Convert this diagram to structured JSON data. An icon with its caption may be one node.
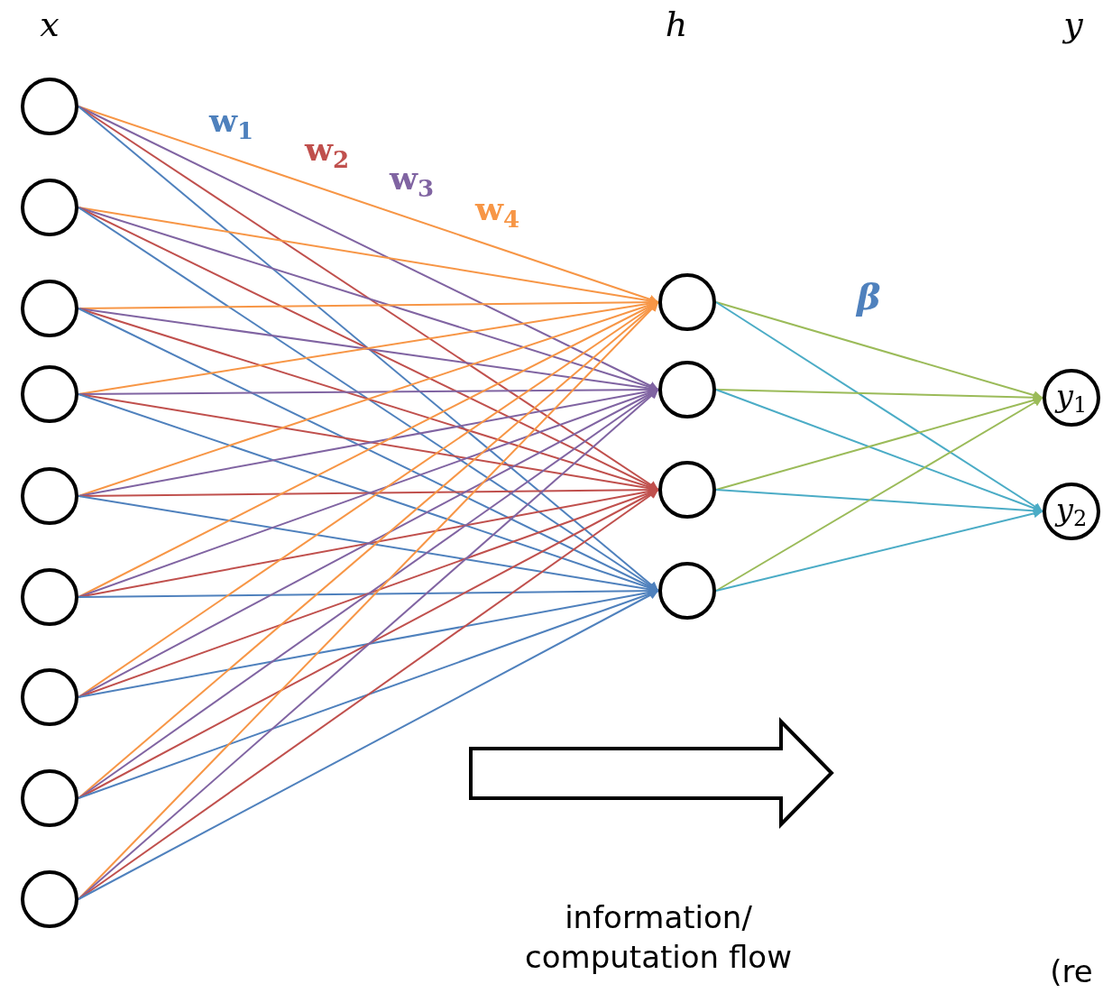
{
  "diagram": {
    "nodes": [
      {
        "text": [],
        "shape": "circle"
      },
      {
        "text": [],
        "shape": "circle"
      },
      {
        "text": [],
        "shape": "circle"
      },
      {
        "text": [],
        "shape": "circle"
      },
      {
        "text": [],
        "shape": "circle"
      },
      {
        "text": [],
        "shape": "circle"
      },
      {
        "text": [],
        "shape": "circle"
      },
      {
        "text": [],
        "shape": "circle"
      },
      {
        "text": [],
        "shape": "circle"
      },
      {
        "text": [],
        "shape": "circle"
      },
      {
        "text": [],
        "shape": "circle"
      },
      {
        "text": [],
        "shape": "circle"
      },
      {
        "text": [],
        "shape": "circle"
      },
      {
        "text": [
          "*y*$_{1}$"
        ]
      },
      {
        "text": [
          "*y*$_{2}$"
        ]
      }
    ],
    "edges": [
      {
        "from": 0,
        "to": 9,
        "arrow": "to",
        "color": "#f79646"
      },
      {
        "from": 0,
        "to": 10,
        "arrow": "to",
        "color": "#8064a2"
      },
      {
        "from": 0,
        "to": 11,
        "arrow": "to",
        "color": "#c0504d"
      },
      {
        "from": 0,
        "to": 12,
        "arrow": "to",
        "color": "#4f81bd"
      },
      {
        "from": 1,
        "to": 9,
        "arrow": "to",
        "color": "#f79646"
      },
      {
        "from": 1,
        "to": 10,
        "arrow": "to",
        "color": "#8064a2"
      },
      {
        "from": 1,
        "to": 11,
        "arrow": "to",
        "color": "#c0504d"
      },
      {
        "from": 1,
        "to": 12,
        "arrow": "to",
        "color": "#4f81bd"
      },
      {
        "from": 2,
        "to": 9,
        "arrow": "to",
        "color": "#f79646"
      },
      {
        "from": 2,
        "to": 10,
        "arrow": "to",
        "color": "#8064a2"
      },
      {
        "from": 2,
        "to": 11,
        "arrow": "to",
        "color": "#c0504d"
      },
      {
        "from": 2,
        "to": 12,
        "arrow": "to",
        "color": "#4f81bd"
      },
      {
        "from": 3,
        "to": 9,
        "arrow": "to",
        "color": "#f79646"
      },
      {
        "from": 3,
        "to": 10,
        "arrow": "to",
        "color": "#8064a2"
      },
      {
        "from": 3,
        "to": 11,
        "arrow": "to",
        "color": "#c0504d"
      },
      {
        "from": 3,
        "to": 12,
        "arrow": "to",
        "color": "#4f81bd"
      },
      {
        "from": 4,
        "to": 9,
        "arrow": "to",
        "color": "#f79646"
      },
      {
        "from": 4,
        "to": 10,
        "arrow": "to",
        "color": "#8064a2"
      },
      {
        "from": 4,
        "to": 11,
        "arrow": "to",
        "color": "#c0504d"
      },
      {
        "from": 4,
        "to": 12,
        "arrow": "to",
        "color": "#4f81bd"
      },
      {
        "from": 5,
        "to": 9,
        "arrow": "to",
        "color": "#f79646"
      },
      {
        "from": 5,
        "to": 10,
        "arrow": "to",
        "color": "#8064a2"
      },
      {
        "from": 5,
        "to": 11,
        "arrow": "to",
        "color": "#c0504d"
      },
      {
        "from": 5,
        "to": 12,
        "arrow": "to",
        "color": "#4f81bd"
      },
      {
        "from": 6,
        "to": 9,
        "arrow": "to",
        "color": "#f79646"
      },
      {
        "from": 6,
        "to": 10,
        "arrow": "to",
        "color": "#8064a2"
      },
      {
        "from": 6,
        "to": 11,
        "arrow": "to",
        "color": "#c0504d"
      },
      {
        "from": 6,
        "to": 12,
        "arrow": "to",
        "color": "#4f81bd"
      },
      {
        "from": 7,
        "to": 9,
        "arrow": "to",
        "color": "#f79646"
      },
      {
        "from": 7,
        "to": 10,
        "arrow": "to",
        "color": "#8064a2"
      },
      {
        "from": 7,
        "to": 11,
        "arrow": "to",
        "color": "#c0504d"
      },
      {
        "from": 7,
        "to": 12,
        "arrow": "to",
        "color": "#4f81bd"
      },
      {
        "from": 8,
        "to": 9,
        "arrow": "to",
        "color": "#f79646"
      },
      {
        "from": 8,
        "to": 10,
        "arrow": "to",
        "color": "#8064a2"
      },
      {
        "from": 8,
        "to": 11,
        "arrow": "to",
        "color": "#c0504d"
      },
      {
        "from": 8,
        "to": 12,
        "arrow": "to",
        "color": "#4f81bd"
      },
      {
        "from": 9,
        "to": 13,
        "arrow": "to",
        "color": "#9bbb59"
      },
      {
        "from": 9,
        "to": 14,
        "arrow": "to",
        "color": "#4bacc6"
      },
      {
        "from": 10,
        "to": 13,
        "arrow": "to",
        "color": "#9bbb59"
      },
      {
        "from": 10,
        "to": 14,
        "arrow": "to",
        "color": "#4bacc6"
      },
      {
        "from": 11,
        "to": 13,
        "arrow": "to",
        "color": "#9bbb59"
      },
      {
        "from": 11,
        "to": 14,
        "arrow": "to",
        "color": "#4bacc6"
      },
      {
        "from": 12,
        "to": 13,
        "arrow": "to",
        "color": "#9bbb59"
      },
      {
        "from": 12,
        "to": 14,
        "arrow": "to",
        "color": "#4bacc6"
      }
    ],
    "labels": [
      "x",
      "h",
      "y",
      "w$_{1}$",
      "w$_{2}$",
      "w$_{3}$",
      "w$_{4}$",
      "β",
      "information/ computation flow",
      "(re"
    ]
  }
}
